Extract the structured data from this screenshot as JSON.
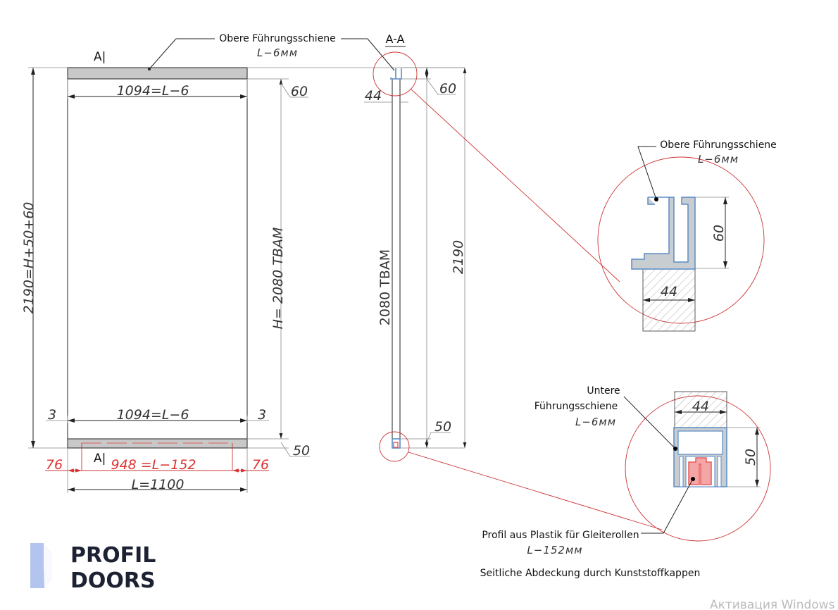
{
  "front_view": {
    "section_mark_top": "A|",
    "section_mark_bottom": "A|",
    "dim_total_height": "2190=H+50+60",
    "dim_door_height": "H= 2080 ТВАМ",
    "dim_top_width": "1094=L−6",
    "dim_bottom_width": "1094=L−6",
    "dim_gap_left": "3",
    "dim_gap_right": "3",
    "dim_top_rail": "60",
    "dim_bottom_rail": "50",
    "dim_plastic_offset_left": "76",
    "dim_plastic_length": "948 =L−152",
    "dim_plastic_offset_right": "76",
    "dim_total_width": "L=1100"
  },
  "top_callout": {
    "title": "Obere Führungsschiene",
    "length": "L−6мм"
  },
  "section_view": {
    "title": "A-A",
    "dim_thickness": "44",
    "dim_top_rail": "60",
    "dim_bottom_rail": "50",
    "dim_door_height": "2080  ТВАМ",
    "dim_total_height": "2190"
  },
  "detail_top": {
    "title": "Obere Führungsschiene",
    "length": "L−6мм",
    "dim_height": "60",
    "dim_thickness": "44"
  },
  "detail_bottom": {
    "title_line1": "Untere",
    "title_line2": "Führungsschiene",
    "length": "L−6мм",
    "dim_height": "50",
    "dim_thickness": "44",
    "plastic_title": "Profil aus Plastik für Gleiterollen",
    "plastic_length": "L−152мм",
    "note": "Seitliche Abdeckung durch Kunststoffkappen"
  },
  "logo": {
    "line1": "PROFIL",
    "line2": "DOORS"
  },
  "watermark": "Активация Windows",
  "colors": {
    "rail": "#c8cdd2",
    "rail_outline": "#5a8bc4",
    "plastic": "#e45b5b",
    "detail_circle": "#c03030",
    "logo_blue": "#b3c4ef"
  }
}
